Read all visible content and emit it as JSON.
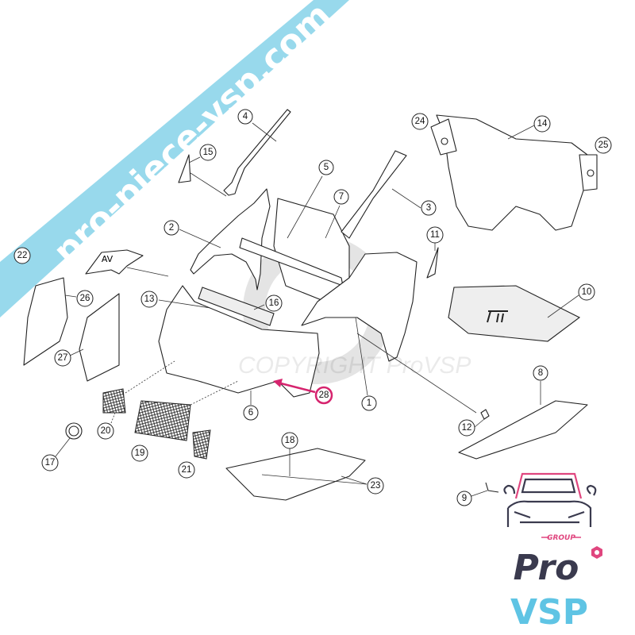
{
  "diagram": {
    "watermark_banner": "pro-piece-vsp.com",
    "copyright_watermark": "COPYRIGHT ProVSP",
    "direction_label": "AV",
    "callouts": [
      "1",
      "2",
      "3",
      "4",
      "5",
      "6",
      "7",
      "8",
      "9",
      "10",
      "11",
      "12",
      "13",
      "14",
      "15",
      "16",
      "17",
      "18",
      "19",
      "20",
      "21",
      "22",
      "23",
      "24",
      "25",
      "26",
      "27",
      "28"
    ],
    "highlighted_callout": "28",
    "colors": {
      "banner": "#8fd6ea",
      "highlight": "#d6246e",
      "logo_dark": "#3a3a4e",
      "logo_blue": "#5fc4e4",
      "logo_pink": "#e0467f"
    }
  },
  "logo": {
    "group": "GROUP",
    "line1": "Pro",
    "line2": "VSP"
  }
}
